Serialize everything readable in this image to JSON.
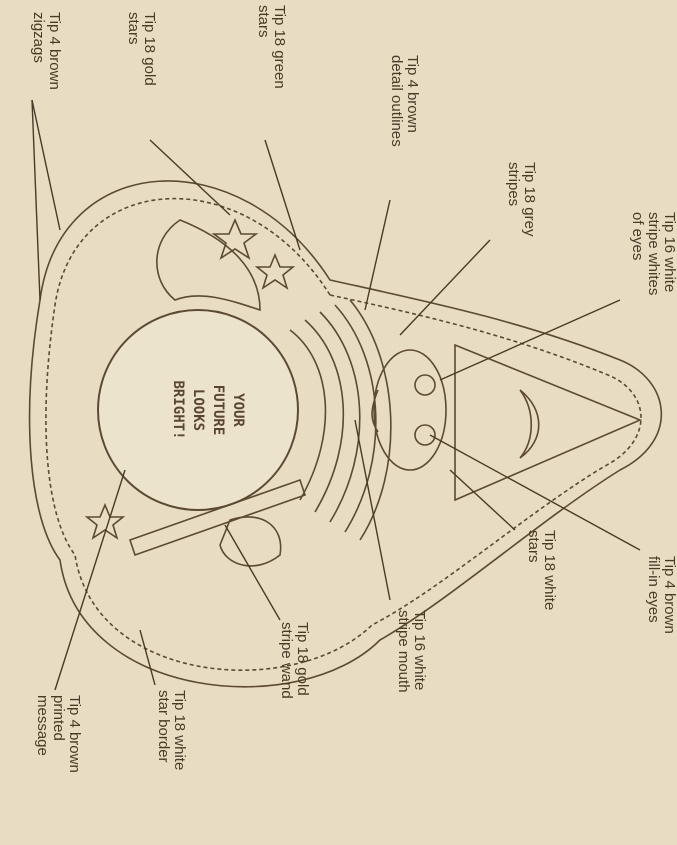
{
  "labels": {
    "brown_zigzags": [
      "Tip 4 brown",
      "zigzags"
    ],
    "gold_stars": [
      "Tip 18 gold",
      "stars"
    ],
    "green_stars": [
      "Tip 18 green",
      "stars"
    ],
    "detail_outlines": [
      "Tip 4 brown",
      "detail outlines"
    ],
    "grey_stripes": [
      "Tip 18 grey",
      "stripes"
    ],
    "white_eyes": [
      "Tip 16 white",
      "stripe whites",
      "of eyes"
    ],
    "fill_in_eyes": [
      "Tip 4 brown",
      "fill-in eyes"
    ],
    "white_stars": [
      "Tip 18 white",
      "stars"
    ],
    "mouth": [
      "Tip 16 white",
      "stripe mouth"
    ],
    "wand": [
      "Tip 18 gold",
      "stripe wand"
    ],
    "star_border": [
      "Tip 18 white",
      "star border"
    ],
    "printed_message": [
      "Tip 4 brown",
      "printed",
      "message"
    ]
  },
  "message": [
    "YOUR",
    "FUTURE",
    "LOOKS",
    "BRIGHT!"
  ],
  "colors": {
    "background": "#e8ddc3",
    "ink": "#4a3a28"
  }
}
